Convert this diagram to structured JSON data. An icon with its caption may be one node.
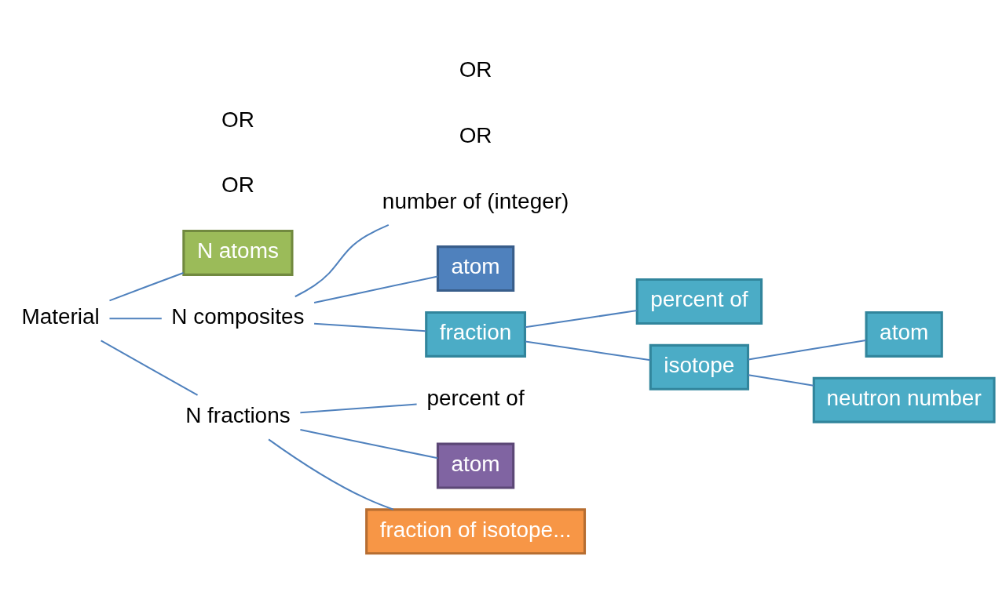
{
  "diagram": {
    "nodes": [
      {
        "text": [
          "Material"
        ]
      },
      {
        "text": [
          "N atoms"
        ]
      },
      {
        "text": [
          "N composites"
        ]
      },
      {
        "text": [
          "N fractions"
        ]
      },
      {
        "text": [
          "number of (integer)"
        ]
      },
      {
        "text": [
          "atom"
        ]
      },
      {
        "text": [
          "fraction"
        ]
      },
      {
        "text": [
          "percent of"
        ]
      },
      {
        "text": [
          "isotope"
        ]
      },
      {
        "text": [
          "atom"
        ]
      },
      {
        "text": [
          "neutron number"
        ]
      },
      {
        "text": [
          "percent of"
        ]
      },
      {
        "text": [
          "atom"
        ]
      },
      {
        "text": [
          "fraction of isotope..."
        ]
      }
    ],
    "edges": [
      {
        "from": 0,
        "to": 1,
        "arrow": "none"
      },
      {
        "from": 0,
        "to": 2,
        "arrow": "none"
      },
      {
        "from": 0,
        "to": 3,
        "arrow": "none"
      },
      {
        "from": 2,
        "to": 4,
        "arrow": "none"
      },
      {
        "from": 2,
        "to": 5,
        "arrow": "none"
      },
      {
        "from": 2,
        "to": 6,
        "arrow": "none"
      },
      {
        "from": 6,
        "to": 7,
        "arrow": "none"
      },
      {
        "from": 6,
        "to": 8,
        "arrow": "none"
      },
      {
        "from": 8,
        "to": 9,
        "arrow": "none"
      },
      {
        "from": 8,
        "to": 10,
        "arrow": "none"
      },
      {
        "from": 3,
        "to": 11,
        "arrow": "none"
      },
      {
        "from": 3,
        "to": 12,
        "arrow": "none"
      },
      {
        "from": 3,
        "to": 13,
        "arrow": "none"
      }
    ],
    "labels": [
      "OR",
      "OR",
      "OR",
      "OR"
    ]
  }
}
